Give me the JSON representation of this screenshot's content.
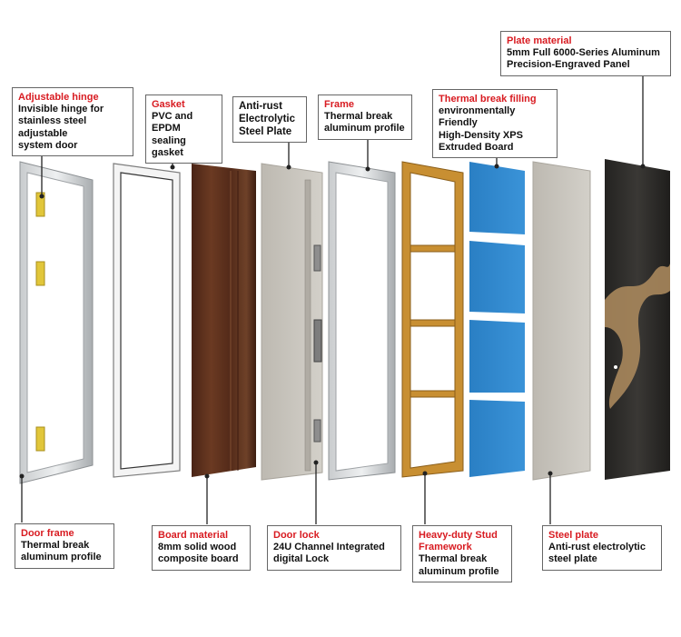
{
  "labels": {
    "adjustable_hinge": {
      "title": "Adjustable hinge",
      "desc": "Invisible hinge for\nstainless steel adjustable\nsystem door"
    },
    "gasket": {
      "title": "Gasket",
      "desc": "PVC and EPDM\nsealing gasket"
    },
    "anti_rust_plate": {
      "title": "",
      "desc": "Anti-rust\nElectrolytic\nSteel Plate"
    },
    "frame": {
      "title": "Frame",
      "desc": "Thermal break\naluminum profile"
    },
    "thermal_break_filling": {
      "title": "Thermal break filling",
      "desc": "environmentally Friendly\nHigh-Density XPS\nExtruded Board"
    },
    "plate_material": {
      "title": "Plate material",
      "desc": "5mm Full 6000-Series Aluminum\nPrecision-Engraved Panel"
    },
    "door_frame": {
      "title": "Door frame",
      "desc": "Thermal break\naluminum profile"
    },
    "board_material": {
      "title": "Board material",
      "desc": "8mm solid wood\ncomposite board"
    },
    "door_lock": {
      "title": "Door lock",
      "desc": "24U Channel Integrated\ndigital Lock"
    },
    "stud_framework": {
      "title": "Heavy-duty Stud\nFramework",
      "desc": "Thermal break\naluminum profile"
    },
    "steel_plate": {
      "title": "Steel plate",
      "desc": "Anti-rust electrolytic\nsteel plate"
    }
  },
  "colors": {
    "accent_red": "#d81b21",
    "wood_dark": "#5a2e1c",
    "stud_gold": "#c88f32",
    "xps_blue": "#2f86cc",
    "steel_grey": "#c9c6bf",
    "panel_black": "#2b2a28",
    "engrave_gold": "#b08a5a"
  }
}
